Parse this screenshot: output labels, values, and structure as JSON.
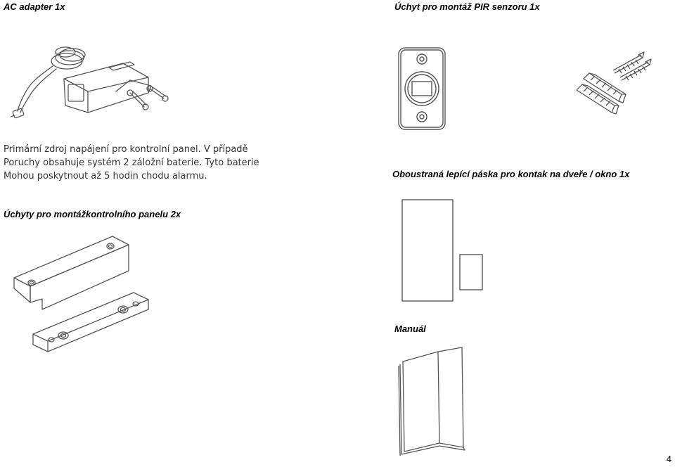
{
  "headings": {
    "ac_adapter": "AC adapter 1x",
    "pir_mount": "Úchyt pro montáž PIR senzoru 1x",
    "adhesive_tape": "Oboustraná lepící páska pro kontak na dveře / okno 1x",
    "panel_mounts": "Úchyty pro montážkontrolního panelu 2x",
    "manual": "Manuál"
  },
  "ac_description": [
    "Primární zdroj napájení pro kontrolní panel. V případě",
    "Poruchy obsahuje systém 2 záložní baterie. Tyto baterie",
    "Mohou poskytnout až 5 hodin chodu alarmu."
  ],
  "page_number": "4"
}
